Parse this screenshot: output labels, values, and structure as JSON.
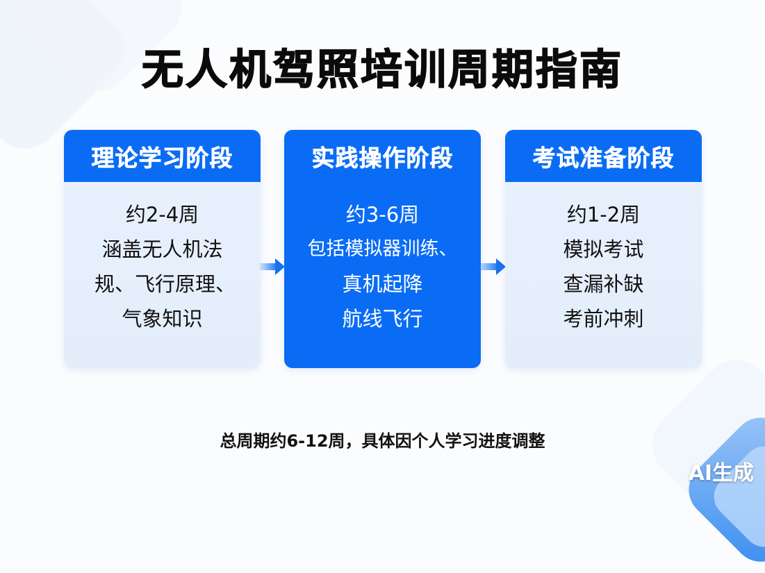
{
  "title": "无人机驾照培训周期指南",
  "stages": [
    {
      "header": "理论学习阶段",
      "duration": "约2-4周",
      "details": [
        "涵盖无人机法",
        "规、飞行原理、",
        "气象知识"
      ]
    },
    {
      "header": "实践操作阶段",
      "duration": "约3-6周",
      "details": [
        "包括模拟器训练、",
        "真机起降",
        "航线飞行"
      ]
    },
    {
      "header": "考试准备阶段",
      "duration": "约1-2周",
      "details": [
        "模拟考试",
        "查漏补缺",
        "考前冲刺"
      ]
    }
  ],
  "arrows": [
    "arrow-right-icon",
    "arrow-right-icon"
  ],
  "footer": "总周期约6-12周，具体因个人学习进度调整",
  "watermark": "AI生成",
  "colors": {
    "primary_blue": "#0a6cf5",
    "card_light_bg": "#e6f0fc",
    "title_text": "#0b0b0b",
    "background": "#fbfcfe"
  }
}
